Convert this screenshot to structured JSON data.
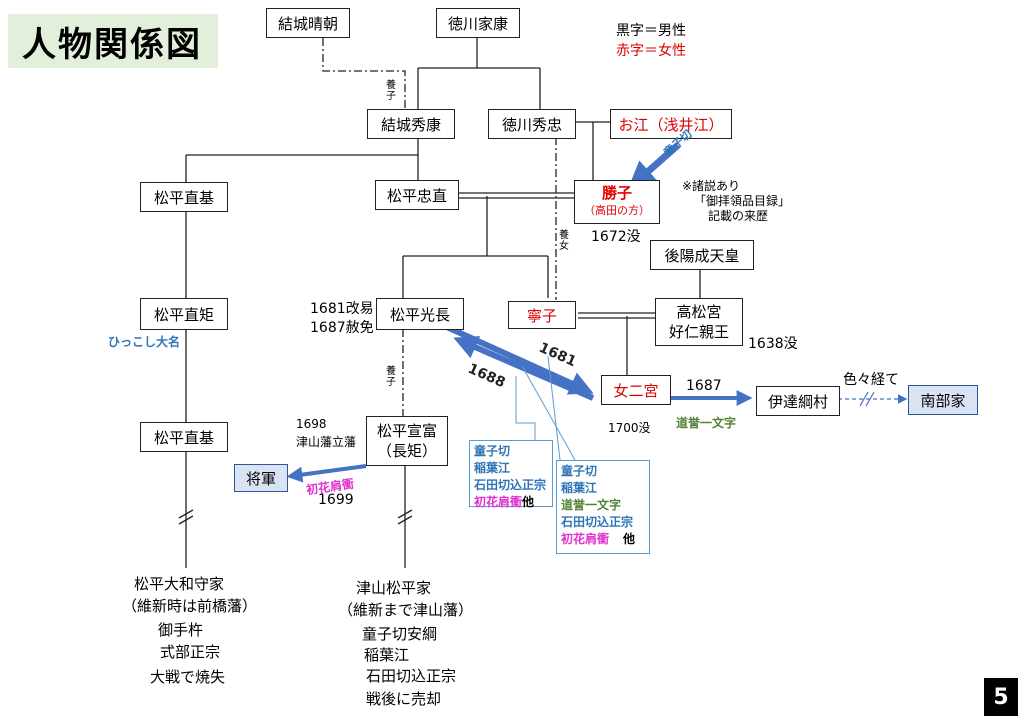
{
  "title": "人物関係図",
  "legend": {
    "male": "黒字＝男性",
    "female": "赤字＝女性"
  },
  "people": {
    "yuki_harutomo": "結城晴朝",
    "tokugawa_ieyasu": "徳川家康",
    "yuki_hideyasu": "結城秀康",
    "tokugawa_hidetada": "徳川秀忠",
    "oe": "お江（浅井江）",
    "matsudaira_naomoto": "松平直基",
    "matsudaira_tadanao": "松平忠直",
    "katsuko": "勝子",
    "katsuko_sub": "（高田の方）",
    "goyozei": "後陽成天皇",
    "matsudaira_naonori": "松平直矩",
    "matsudaira_mitsunaga": "松平光長",
    "neiko": "寧子",
    "takamatsu_1": "高松宮",
    "takamatsu_2": "好仁親王",
    "onna_ninomiya": "女二宮",
    "date_tsunamura": "伊達綱村",
    "nanbu": "南部家",
    "matsudaira_naomoto2": "松平直基",
    "nobutomi_1": "松平宣富",
    "nobutomi_2": "（長矩）",
    "shogun": "将軍"
  },
  "notes": {
    "yoshi_1": "養子",
    "yoshi_2": "養子",
    "yojo": "養女",
    "douji_arrow": "童子切",
    "shosetsu_1": "※諸説あり",
    "shosetsu_2": "「御拝領品目録」",
    "shosetsu_3": "記載の来歴",
    "katsuko_death": "1672没",
    "kaieki_1": "1681改易",
    "kaieki_2": "1687赦免",
    "takamatsu_death": "1638没",
    "hikkoshi": "ひっこし大名",
    "y1681": "1681",
    "y1688": "1688",
    "y1687": "1687",
    "ninomiya_death": "1700没",
    "iroiro": "色々経て",
    "dougo": "道誉一文字",
    "tsuyama_1": "1698",
    "tsuyama_2": "津山藩立藩",
    "hatsuhana": "初花肩衝",
    "y1699": "1699"
  },
  "box1688": {
    "l1": "童子切",
    "l2": "稲葉江",
    "l3": "石田切込正宗",
    "l4": "初花肩衝",
    "l4b": "他"
  },
  "box1681": {
    "l1": "童子切",
    "l2": "稲葉江",
    "l3": "道誉一文字",
    "l4": "石田切込正宗",
    "l5": "初花肩衝",
    "l5b": "他"
  },
  "left_bottom": [
    "松平大和守家",
    "（維新時は前橋藩）",
    "御手杵",
    "式部正宗",
    "大戦で焼失"
  ],
  "mid_bottom": [
    "津山松平家",
    "（維新まで津山藩）",
    "童子切安綱",
    "稲葉江",
    "石田切込正宗",
    "戦後に売却"
  ],
  "page_number": "5"
}
